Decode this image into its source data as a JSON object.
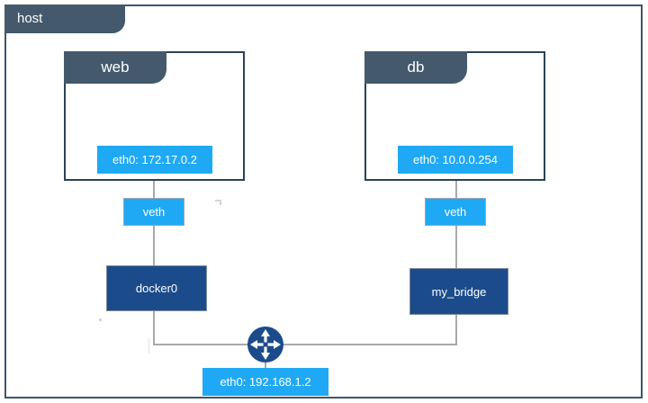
{
  "diagram": {
    "type": "network-topology",
    "title": "host",
    "host": {
      "label": "host",
      "frame_color": "#3e5567",
      "tab_color": "#44596b"
    },
    "colors": {
      "interface_blue": "#1fa9f4",
      "bridge_navy": "#1b4b8a",
      "container_border": "#2b4257",
      "header_slate": "#44596b",
      "link_grey": "#a9a9a9",
      "router_navy": "#1b4b8a"
    },
    "containers": [
      {
        "name": "web",
        "label": "web",
        "interface": {
          "label": "eth0: 172.17.0.2",
          "name": "eth0",
          "address": "172.17.0.2"
        }
      },
      {
        "name": "db",
        "label": "db",
        "interface": {
          "label": "eth0: 10.0.0.254",
          "name": "eth0",
          "address": "10.0.0.254"
        }
      }
    ],
    "veth_pairs": [
      {
        "label": "veth",
        "side": "left"
      },
      {
        "label": "veth",
        "side": "right"
      }
    ],
    "bridges": [
      {
        "label": "docker0",
        "name": "docker0"
      },
      {
        "label": "my_bridge",
        "name": "my_bridge"
      }
    ],
    "host_interface": {
      "label": "eth0: 192.168.1.2",
      "name": "eth0",
      "address": "192.168.1.2"
    },
    "router": {
      "label": "router",
      "icon": "router-icon"
    },
    "links": [
      {
        "from": "web.eth0",
        "to": "veth-left"
      },
      {
        "from": "veth-left",
        "to": "docker0"
      },
      {
        "from": "db.eth0",
        "to": "veth-right"
      },
      {
        "from": "veth-right",
        "to": "my_bridge"
      },
      {
        "from": "docker0",
        "to": "router"
      },
      {
        "from": "my_bridge",
        "to": "router"
      },
      {
        "from": "router",
        "to": "host.eth0"
      }
    ]
  }
}
